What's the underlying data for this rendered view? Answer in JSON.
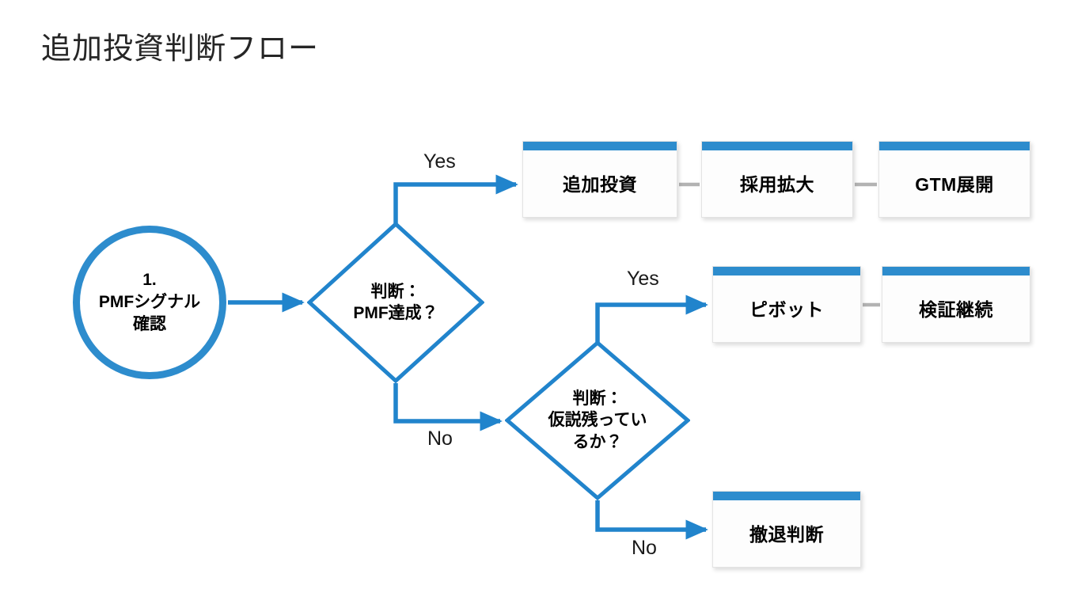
{
  "page": {
    "title": "追加投資判断フロー",
    "background_color": "#ffffff",
    "accent_color": "#2d8ccd",
    "connector_gray": "#b3b3b3",
    "text_color": "#000000"
  },
  "diagram": {
    "type": "flowchart",
    "start": {
      "shape": "circle",
      "name": "pmf-signal-check",
      "lines": [
        "1.",
        "PMFシグナル",
        "確認"
      ]
    },
    "decisions": [
      {
        "name": "decision-pmf-achieved",
        "shape": "diamond",
        "lines": [
          "判断：",
          "PMF達成？"
        ],
        "branches": [
          {
            "label": "Yes",
            "target": "追加投資"
          },
          {
            "label": "No",
            "target": "判断：仮説残っているか？"
          }
        ]
      },
      {
        "name": "decision-hypothesis-remaining",
        "shape": "diamond",
        "lines": [
          "判断：",
          "仮説残ってい",
          "るか？"
        ],
        "branches": [
          {
            "label": "Yes",
            "target": "ピボット"
          },
          {
            "label": "No",
            "target": "撤退判断"
          }
        ]
      }
    ],
    "process_rows": [
      {
        "name": "row-invest",
        "boxes": [
          {
            "name": "box-invest",
            "label": "追加投資"
          },
          {
            "name": "box-hiring",
            "label": "採用拡大"
          },
          {
            "name": "box-gtm",
            "label": "GTM展開"
          }
        ]
      },
      {
        "name": "row-pivot",
        "boxes": [
          {
            "name": "box-pivot",
            "label": "ピボット"
          },
          {
            "name": "box-validate",
            "label": "検証継続"
          }
        ]
      },
      {
        "name": "row-exit",
        "boxes": [
          {
            "name": "box-exit",
            "label": "撤退判断"
          }
        ]
      }
    ],
    "edge_labels": {
      "yes_1": "Yes",
      "no_1": "No",
      "yes_2": "Yes",
      "no_2": "No"
    }
  }
}
